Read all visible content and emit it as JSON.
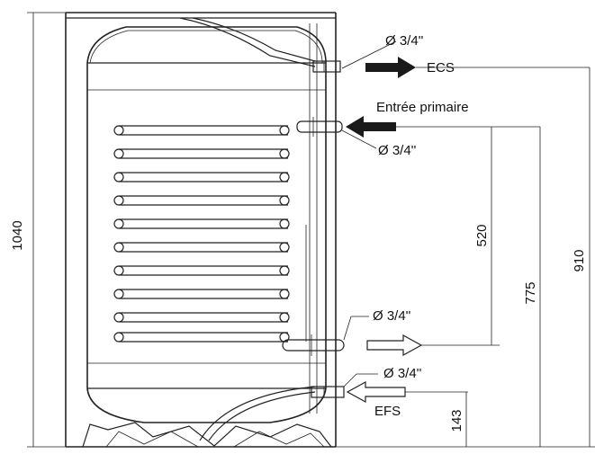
{
  "labels": {
    "ecs": "ECS",
    "primary_inlet": "Entrée primaire",
    "efs": "EFS",
    "diameter_top_outlet": "Ø 3/4''",
    "diameter_primary_inlet": "Ø 3/4''",
    "diameter_primary_outlet": "Ø 3/4''",
    "diameter_cold_inlet": "Ø 3/4''"
  },
  "dimensions": {
    "total_height": "1040",
    "coil_span": "520",
    "primary_inlet_height": "775",
    "hot_outlet_height": "910",
    "cold_inlet_height": "143"
  },
  "colors": {
    "line": "#222222",
    "arrow_fill": "#1a1a1a",
    "background": "#ffffff"
  }
}
